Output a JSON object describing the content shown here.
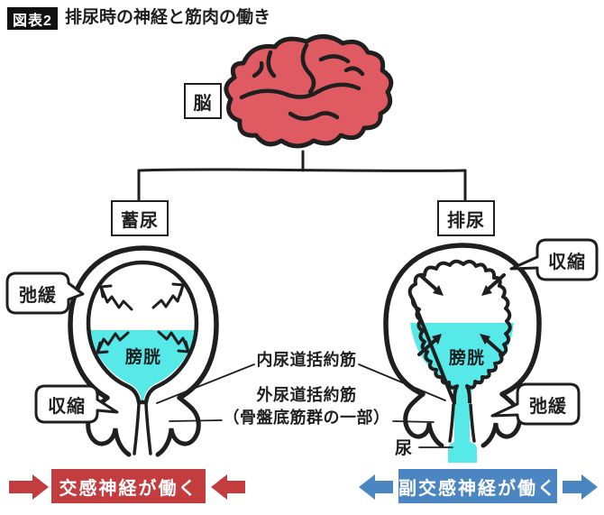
{
  "title": {
    "tag": "図表2",
    "text": "排尿時の神経と筋肉の働き"
  },
  "tree": {
    "brain_label": "脳",
    "left_branch_label": "蓄尿",
    "right_branch_label": "排尿"
  },
  "left_bladder": {
    "wall_callout": "弛緩",
    "sphincter_callout": "収縮",
    "organ_label": "膀胱"
  },
  "right_bladder": {
    "wall_callout": "収縮",
    "sphincter_callout": "弛緩",
    "organ_label": "膀胱",
    "urine_label": "尿"
  },
  "center_labels": {
    "internal_sphincter": "内尿道括約筋",
    "external_sphincter": "外尿道括約筋",
    "external_sphincter_note": "（骨盤底筋群の一部）"
  },
  "banners": {
    "left": {
      "text": "交感神経が働く",
      "color": "#c33d3f"
    },
    "right": {
      "text": "副交感神経が働く",
      "color": "#4b86c3"
    }
  },
  "colors": {
    "brain": "#e05a62",
    "urine": "#57e9e7",
    "outline": "#1f1f1f"
  }
}
